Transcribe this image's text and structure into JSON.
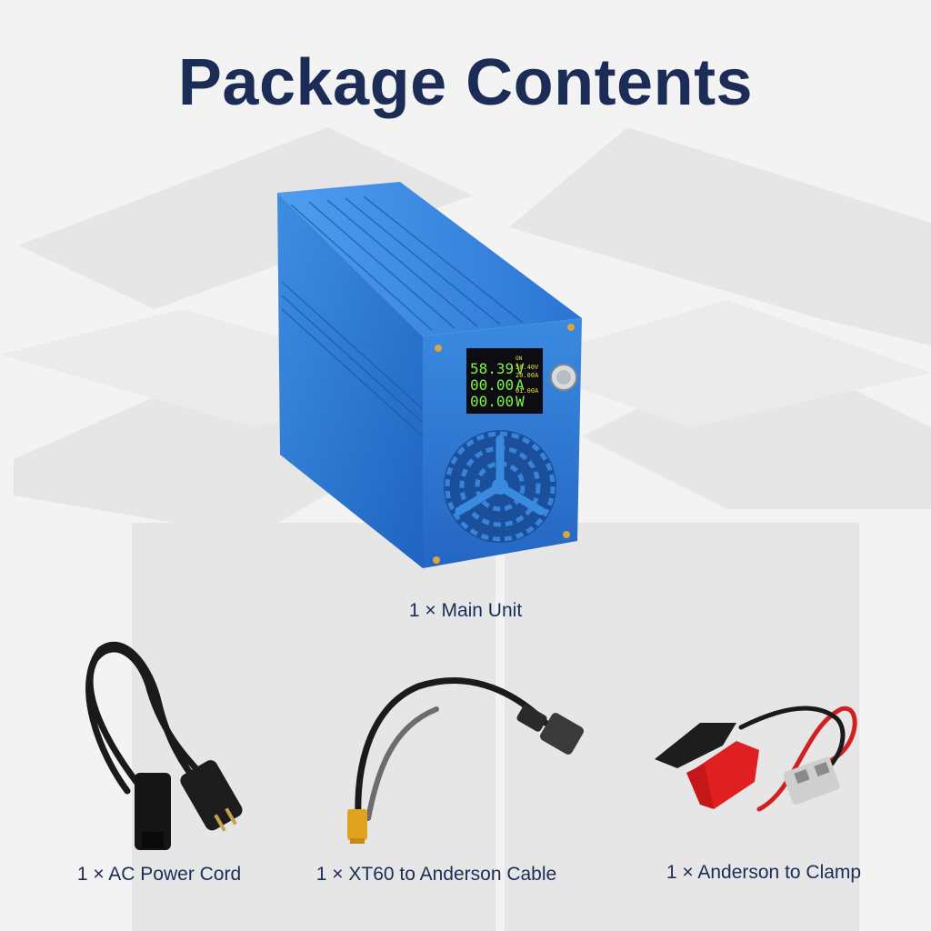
{
  "title": "Package Contents",
  "items": [
    {
      "label": "1 × Main Unit",
      "icon": "power-supply-unit"
    },
    {
      "label": "1 × AC Power Cord",
      "icon": "ac-power-cord"
    },
    {
      "label": "1 × XT60 to Anderson Cable",
      "icon": "xt60-anderson-cable"
    },
    {
      "label": "1 × Anderson to Clamp",
      "icon": "anderson-clamp-cable"
    }
  ],
  "display": {
    "voltage": "58.39",
    "voltage_unit": "V",
    "current": "00.00",
    "current_unit": "A",
    "power": "00.00",
    "power_unit": "W",
    "set_voltage": "58.40V",
    "set_current_1": "20.00A",
    "set_current_2": "01.00A",
    "status": "ON"
  },
  "colors": {
    "title": "#1b2d57",
    "unit_body": "#2f7fd6",
    "background": "#f3f3f3"
  }
}
